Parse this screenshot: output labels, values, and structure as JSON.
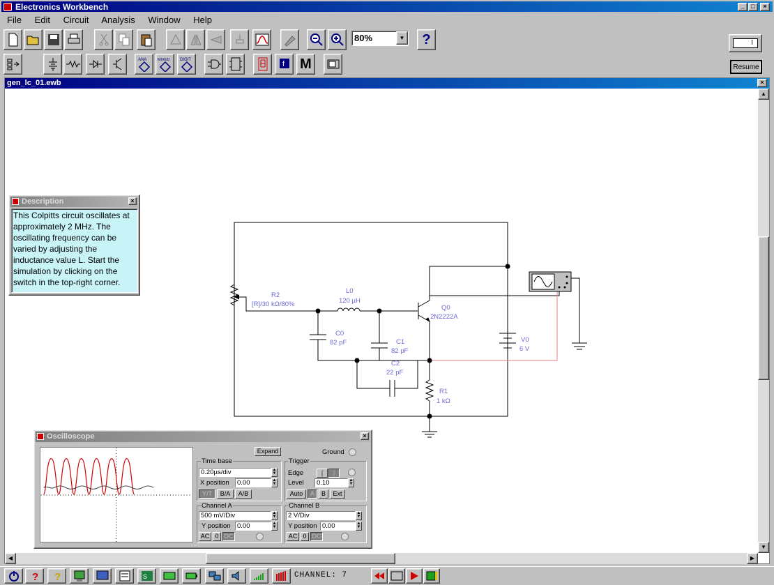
{
  "app": {
    "title": "Electronics Workbench"
  },
  "menu": {
    "file": "File",
    "edit": "Edit",
    "circuit": "Circuit",
    "analysis": "Analysis",
    "window": "Window",
    "help": "Help"
  },
  "toolbar": {
    "zoom": "80%",
    "help_label": "?",
    "resume_label": "Resume",
    "power_label": "I"
  },
  "parts": {
    "ana": "ANA",
    "mixed": "MIXED",
    "digit": "DIGIT",
    "m_label": "M",
    "f_label": "f"
  },
  "document": {
    "title": "gen_lc_01.ewb"
  },
  "description": {
    "title": "Description",
    "text": "This Colpitts circuit oscillates at approximately 2 MHz. The oscillating frequency can be varied by adjusting the inductance value L. Start the simulation by clicking on the switch in the top-right corner."
  },
  "circuit": {
    "r2_name": "R2",
    "r2_value": "[R]/30 kΩ/80%",
    "l0_name": "L0",
    "l0_value": "120 µH",
    "q0_name": "Q0",
    "q0_value": "2N2222A",
    "c0_name": "C0",
    "c0_value": "82 pF",
    "c1_name": "C1",
    "c1_value": "82 pF",
    "c2_name": "C2",
    "c2_value": "22 pF",
    "v0_name": "V0",
    "v0_value": "6 V",
    "r1_name": "R1",
    "r1_value": "1 kΩ"
  },
  "oscilloscope": {
    "title": "Oscilloscope",
    "expand_label": "Expand",
    "ground_label": "Ground",
    "timebase": {
      "label": "Time base",
      "value": "0.20µs/div",
      "xpos_label": "X position",
      "xpos_value": "0.00",
      "yt": "Y/T",
      "ba": "B/A",
      "ab": "A/B"
    },
    "trigger": {
      "label": "Trigger",
      "edge_label": "Edge",
      "level_label": "Level",
      "level_value": "0.10",
      "auto": "Auto",
      "a": "A",
      "b": "B",
      "ext": "Ext"
    },
    "channel_a": {
      "label": "Channel A",
      "value": "500 mV/Div",
      "ypos_label": "Y position",
      "ypos_value": "0.00",
      "ac": "AC",
      "zero": "0",
      "dc": "DC"
    },
    "channel_b": {
      "label": "Channel B",
      "value": "2  V/Div",
      "ypos_label": "Y position",
      "ypos_value": "0.00",
      "ac": "AC",
      "zero": "0",
      "dc": "DC"
    }
  },
  "taskbar": {
    "channel": "CHANNEL: 7"
  },
  "colors": {
    "title_active": "#000080",
    "wire": "#000000",
    "probe_wire": "#e08080",
    "trace_a": "#cc0000",
    "trace_b": "#303030",
    "label": "#6b6bd6"
  }
}
